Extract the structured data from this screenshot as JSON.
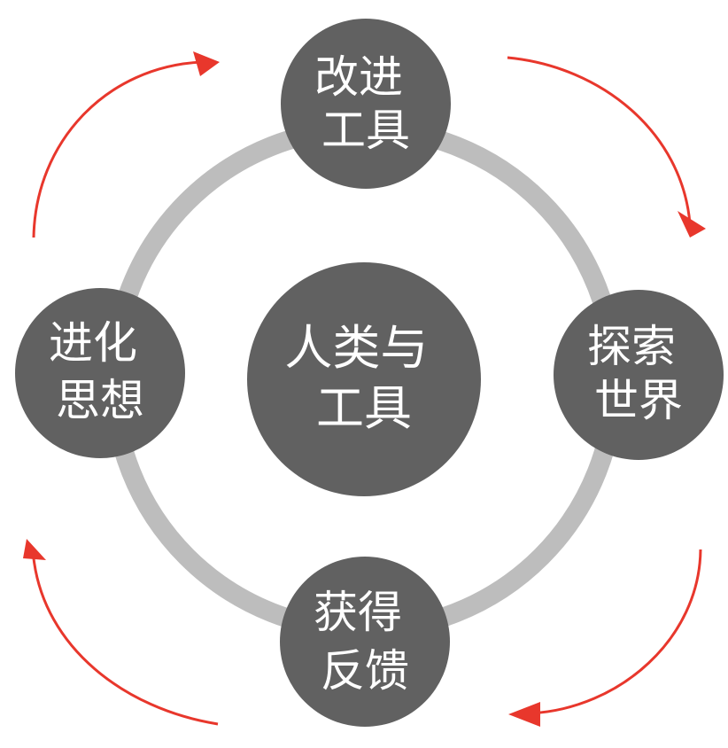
{
  "colors": {
    "ring": "#bdbdbd",
    "node": "#616161",
    "label": "#ffffff",
    "arrow": "#e8372c",
    "background": "#ffffff"
  },
  "center": {
    "lines": [
      "人类与",
      "工具"
    ]
  },
  "nodes": [
    {
      "id": "top",
      "lines": [
        "改进",
        "工具"
      ]
    },
    {
      "id": "right",
      "lines": [
        "探索",
        "世界"
      ]
    },
    {
      "id": "bottom",
      "lines": [
        "获得",
        "反馈"
      ]
    },
    {
      "id": "left",
      "lines": [
        "进化",
        "思想"
      ]
    }
  ],
  "cycle_direction": "clockwise"
}
